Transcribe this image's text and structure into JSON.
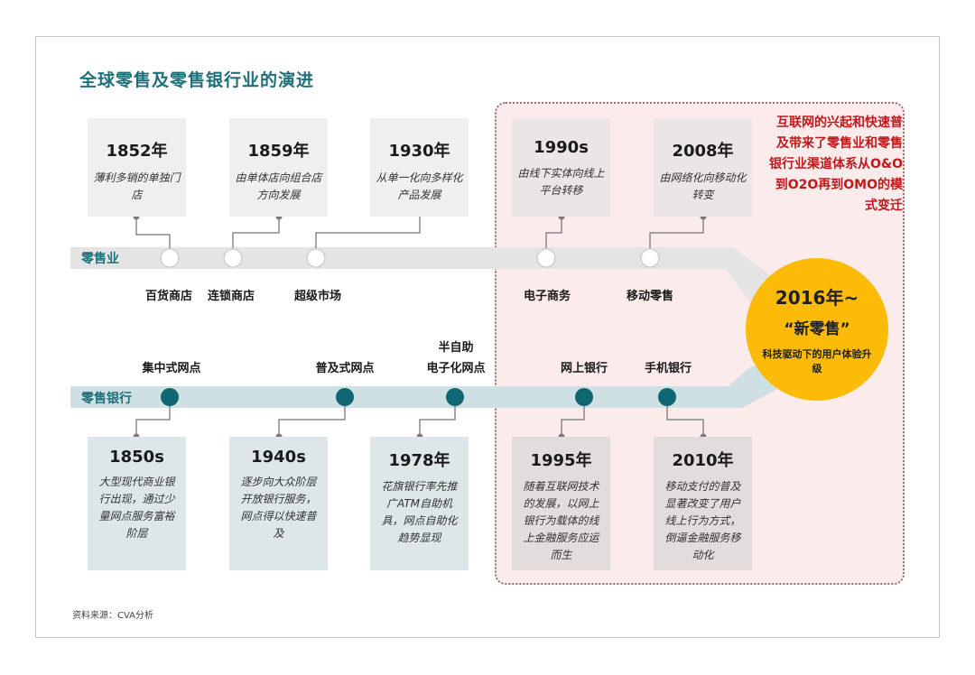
{
  "title": "全球零售及零售银行业的演进",
  "highlight_note": "互联网的兴起和快速普及带来了零售业和零售银行业渠道体系从O&O到O2O再到OMO的模式变迁",
  "retail_track_label": "零售业",
  "bank_track_label": "零售银行",
  "retail_milestones": [
    "百货商店",
    "连锁商店",
    "超级市场",
    "电子商务",
    "移动零售"
  ],
  "bank_milestones": [
    "集中式网点",
    "普及式网点",
    "半自助",
    "电子化网点",
    "网上银行",
    "手机银行"
  ],
  "retail_cards": [
    {
      "year": "1852年",
      "desc": "薄利多销的单独门店"
    },
    {
      "year": "1859年",
      "desc": "由单体店向组合店方向发展"
    },
    {
      "year": "1930年",
      "desc": "从单一化向多样化产品发展"
    },
    {
      "year": "1990s",
      "desc": "由线下实体向线上平台转移"
    },
    {
      "year": "2008年",
      "desc": "由网络化向移动化转变"
    }
  ],
  "bank_cards": [
    {
      "year": "1850s",
      "desc": "大型现代商业银行出现，通过少量网点服务富裕阶层"
    },
    {
      "year": "1940s",
      "desc": "逐步向大众阶层开放银行服务，网点得以快速普及"
    },
    {
      "year": "1978年",
      "desc": "花旗银行率先推广ATM自助机具，网点自助化趋势显现"
    },
    {
      "year": "1995年",
      "desc": "随着互联网技术的发展，以网上银行为载体的线上金融服务应运而生"
    },
    {
      "year": "2010年",
      "desc": "移动支付的普及显著改变了用户线上行为方式，倒逼金融服务移动化"
    }
  ],
  "badge": {
    "title": "2016年~",
    "subtitle": "“新零售”",
    "desc": "科技驱动下的用户体验升级"
  },
  "source": "资料来源：CVA分析",
  "colors": {
    "accent": "#1d6f7a",
    "highlight_text": "#c0191c",
    "badge": "#fbbb07",
    "retail_track": "#e4e4e4",
    "bank_track": "#cfe0e5",
    "bank_node": "#0f6771"
  }
}
